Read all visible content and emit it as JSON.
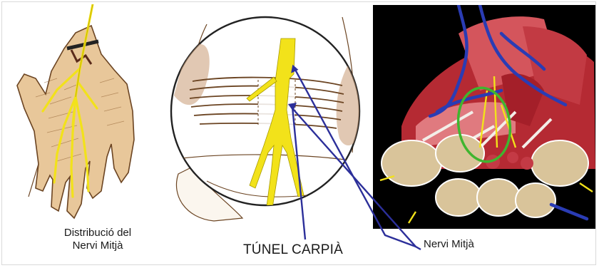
{
  "captions": {
    "distribution": [
      "Distribució del",
      "Nervi Mitjà"
    ],
    "carpal_tunnel": "TÚNEL CARPIÀ",
    "median_nerve": "Nervi Mitjà"
  },
  "colors": {
    "nerve_yellow": "#f2e21a",
    "pointer_blue": "#2c2f9a",
    "highlight_green": "#3fb52f",
    "muscle_red": "#c8323a",
    "bone_tan": "#d9c49a",
    "sketch_brown": "#8a5a2b",
    "skin_tone": "#e8c79a"
  },
  "icons": [
    "hand-illustration",
    "carpal-tunnel-illustration",
    "wrist-3d-render"
  ]
}
